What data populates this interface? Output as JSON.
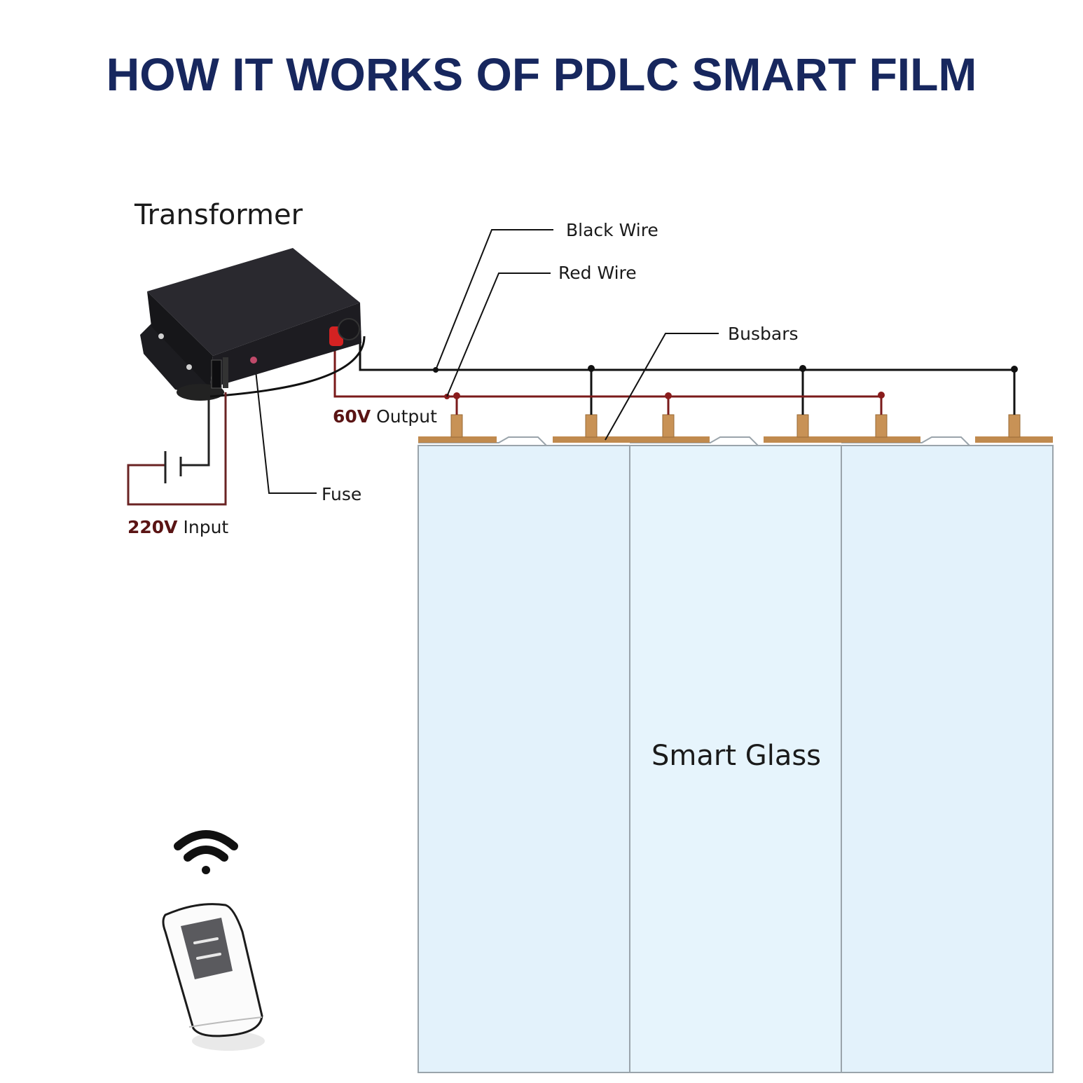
{
  "title": "HOW IT WORKS OF PDLC SMART FILM",
  "labels": {
    "transformer": "Transformer",
    "black_wire": "Black Wire",
    "red_wire": "Red Wire",
    "busbars": "Busbars",
    "fuse": "Fuse",
    "output_voltage": "60V",
    "output_text": "Output",
    "input_voltage": "220V",
    "input_text": "Input",
    "smart_glass": "Smart Glass"
  },
  "colors": {
    "title": "#17275e",
    "black_wire": "#111111",
    "red_wire": "#7a1a1a",
    "busbar": "#c08a4e",
    "glass": "#e3f2fb",
    "glass_edge": "#9aa4ab",
    "voltage_text": "#5a1414"
  },
  "icons": {
    "transformer": "transformer-box-icon",
    "wifi": "wifi-signal-icon",
    "remote": "remote-control-icon"
  }
}
